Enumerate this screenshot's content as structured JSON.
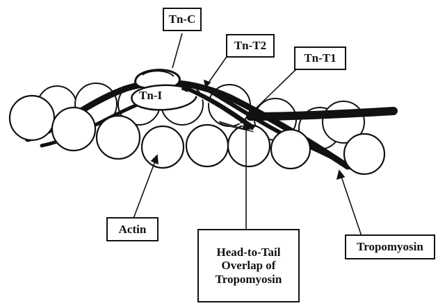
{
  "labels": {
    "tn_c": "Tn-C",
    "tn_t2": "Tn-T2",
    "tn_t1": "Tn-T1",
    "tn_i": "Tn-I",
    "actin": "Actin",
    "tropomyosin": "Tropomyosin",
    "overlap": [
      "Head-to-Tail",
      "Overlap of",
      "Tropomyosin"
    ]
  },
  "colors": {
    "ink": "#111111",
    "paper": "#ffffff"
  }
}
